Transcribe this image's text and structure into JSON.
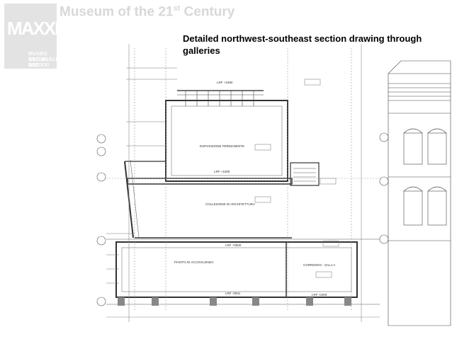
{
  "logo": {
    "mark": "MAXXI",
    "lines": [
      "MUSEO NAZIONALE",
      "DELLE ARTI",
      "DEL XXI SECOLO"
    ]
  },
  "title": {
    "prefix": "Museum of the 21",
    "superscript": "st",
    "suffix": " Century"
  },
  "caption": "Detailed northwest-southeast section drawing through galleries",
  "drawing": {
    "room_labels": [
      "ESPOSIZIONE PERMANENTE",
      "COLLEZIONE DI ARCHITETTURA",
      "PIANTO DI ACCOGLIENZA",
      "CORRIDOIO - SALA A"
    ],
    "level_labels": [
      "LRF +1590",
      "LRF +1000",
      "LRF +0500",
      "LRF -0001",
      "LRF -0400"
    ]
  }
}
